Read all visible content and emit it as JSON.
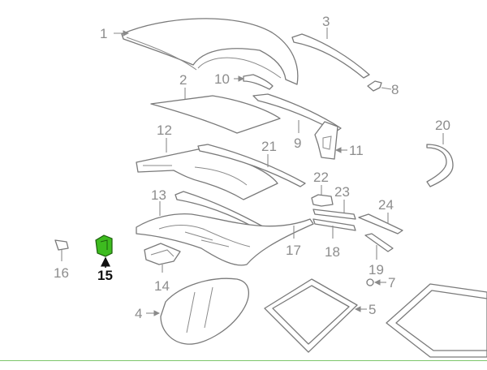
{
  "diagram": {
    "highlighted_part": "15",
    "accent_color": "#3dbb1f",
    "labels": {
      "p1": "1",
      "p2": "2",
      "p3": "3",
      "p4": "4",
      "p5": "5",
      "p7": "7",
      "p8": "8",
      "p9": "9",
      "p10": "10",
      "p11": "11",
      "p12": "12",
      "p13": "13",
      "p14": "14",
      "p15": "15",
      "p16": "16",
      "p17": "17",
      "p18": "18",
      "p19": "19",
      "p20": "20",
      "p21": "21",
      "p22": "22",
      "p23": "23",
      "p24": "24"
    }
  }
}
